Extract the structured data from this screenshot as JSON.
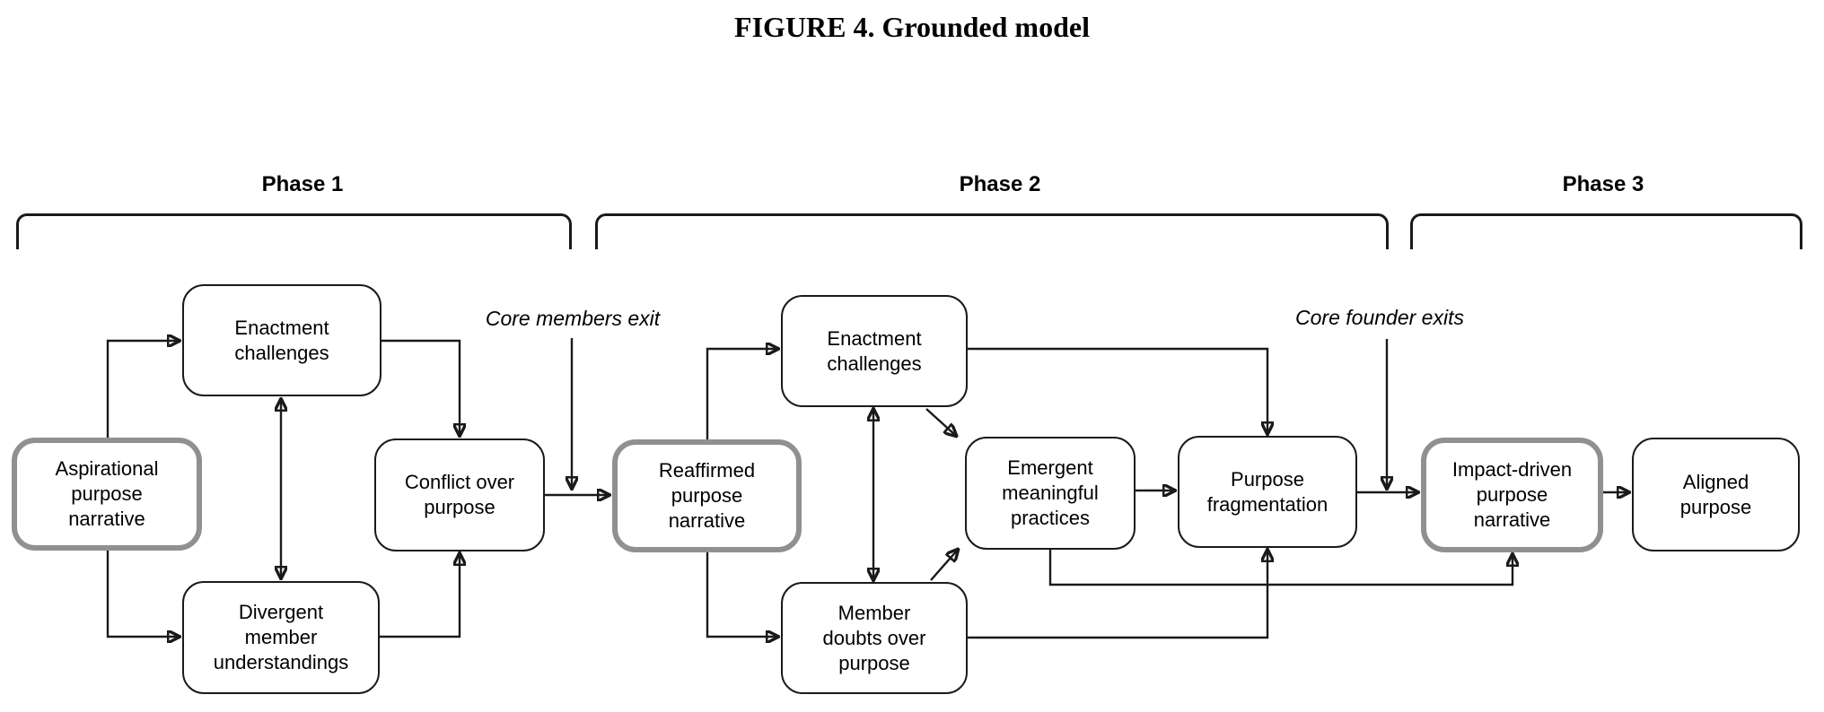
{
  "figure": {
    "title": "FIGURE 4. Grounded model"
  },
  "phases": [
    {
      "label": "Phase 1"
    },
    {
      "label": "Phase 2"
    },
    {
      "label": "Phase 3"
    }
  ],
  "annotations": [
    {
      "label": "Core members exit"
    },
    {
      "label": "Core founder exits"
    }
  ],
  "nodes": [
    {
      "id": "aspirational-purpose-narrative",
      "phase": "Phase 1",
      "emphasis": "gray-highlight",
      "label": "Aspirational\npurpose\nnarrative"
    },
    {
      "id": "enactment-challenges-phase1",
      "phase": "Phase 1",
      "emphasis": "plain",
      "label": "Enactment\nchallenges"
    },
    {
      "id": "divergent-member-understandings",
      "phase": "Phase 1",
      "emphasis": "plain",
      "label": "Divergent\nmember\nunderstandings"
    },
    {
      "id": "conflict-over-purpose",
      "phase": "Phase 1",
      "emphasis": "plain",
      "label": "Conflict over\npurpose"
    },
    {
      "id": "reaffirmed-purpose-narrative",
      "phase": "Phase 2",
      "emphasis": "gray-highlight",
      "label": "Reaffirmed\npurpose\nnarrative"
    },
    {
      "id": "enactment-challenges-phase2",
      "phase": "Phase 2",
      "emphasis": "plain",
      "label": "Enactment\nchallenges"
    },
    {
      "id": "member-doubts-over-purpose",
      "phase": "Phase 2",
      "emphasis": "plain",
      "label": "Member\ndoubts over\npurpose"
    },
    {
      "id": "emergent-meaningful-practices",
      "phase": "Phase 2",
      "emphasis": "plain",
      "label": "Emergent\nmeaningful\npractices"
    },
    {
      "id": "purpose-fragmentation",
      "phase": "Phase 2",
      "emphasis": "plain",
      "label": "Purpose\nfragmentation"
    },
    {
      "id": "impact-driven-purpose-narrative",
      "phase": "Phase 3",
      "emphasis": "gray-highlight",
      "label": "Impact-driven\npurpose\nnarrative"
    },
    {
      "id": "aligned-purpose",
      "phase": "Phase 3",
      "emphasis": "plain",
      "label": "Aligned\npurpose"
    }
  ],
  "edges": [
    {
      "from": "aspirational-purpose-narrative",
      "to": "enactment-challenges-phase1",
      "kind": "arrow"
    },
    {
      "from": "aspirational-purpose-narrative",
      "to": "divergent-member-understandings",
      "kind": "arrow"
    },
    {
      "from": "enactment-challenges-phase1",
      "to": "divergent-member-understandings",
      "kind": "double-arrow"
    },
    {
      "from": "enactment-challenges-phase1",
      "to": "conflict-over-purpose",
      "kind": "arrow"
    },
    {
      "from": "divergent-member-understandings",
      "to": "conflict-over-purpose",
      "kind": "arrow"
    },
    {
      "from": "conflict-over-purpose",
      "to": "reaffirmed-purpose-narrative",
      "kind": "arrow"
    },
    {
      "from": "core-members-exit-label",
      "to": "conflict-to-reaffirmed-transition",
      "kind": "annotation-arrow"
    },
    {
      "from": "reaffirmed-purpose-narrative",
      "to": "enactment-challenges-phase2",
      "kind": "arrow"
    },
    {
      "from": "reaffirmed-purpose-narrative",
      "to": "member-doubts-over-purpose",
      "kind": "arrow"
    },
    {
      "from": "enactment-challenges-phase2",
      "to": "member-doubts-over-purpose",
      "kind": "double-arrow"
    },
    {
      "from": "enactment-challenges-phase2",
      "to": "emergent-meaningful-practices",
      "kind": "arrow"
    },
    {
      "from": "member-doubts-over-purpose",
      "to": "emergent-meaningful-practices",
      "kind": "arrow"
    },
    {
      "from": "enactment-challenges-phase2",
      "to": "purpose-fragmentation",
      "kind": "arrow"
    },
    {
      "from": "emergent-meaningful-practices",
      "to": "purpose-fragmentation",
      "kind": "arrow"
    },
    {
      "from": "member-doubts-over-purpose",
      "to": "purpose-fragmentation",
      "kind": "arrow"
    },
    {
      "from": "emergent-meaningful-practices",
      "to": "impact-driven-purpose-narrative",
      "kind": "arrow"
    },
    {
      "from": "purpose-fragmentation",
      "to": "impact-driven-purpose-narrative",
      "kind": "arrow"
    },
    {
      "from": "core-founder-exits-label",
      "to": "fragmentation-to-impact-transition",
      "kind": "annotation-arrow"
    },
    {
      "from": "impact-driven-purpose-narrative",
      "to": "aligned-purpose",
      "kind": "arrow"
    }
  ],
  "colors": {
    "line": "#1a1a1a",
    "node_border": "#1a1a1a",
    "highlight_border": "#909090",
    "text": "#000000",
    "background": "#ffffff"
  }
}
